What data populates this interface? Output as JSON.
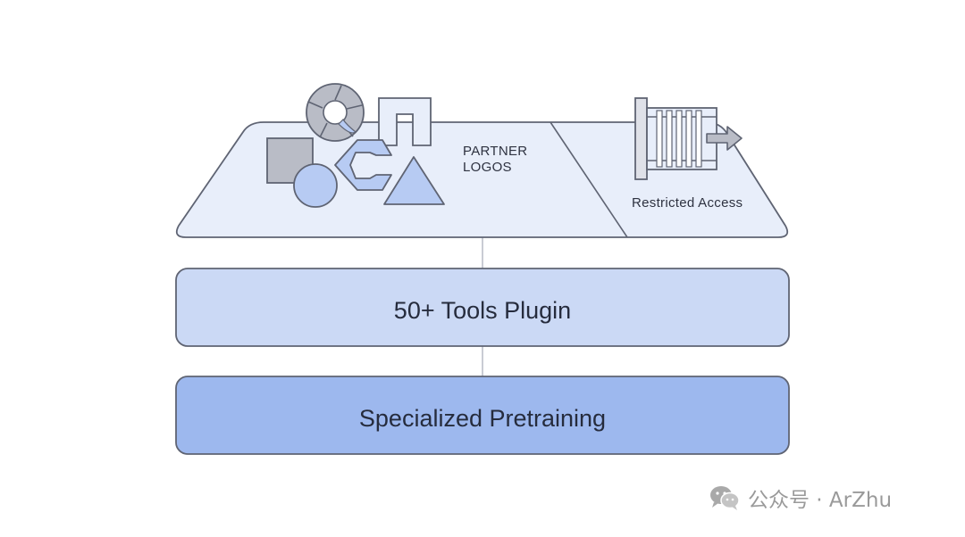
{
  "top_layer": {
    "partner_label_line1": "PARTNER",
    "partner_label_line2": "LOGOS",
    "restricted_label": "Restricted Access"
  },
  "layers": [
    {
      "label": "50+ Tools Plugin",
      "fill": "#cbd9f5"
    },
    {
      "label": "Specialized Pretraining",
      "fill": "#9db8ee"
    }
  ],
  "watermark": {
    "text": "公众号 · ArZhu",
    "icon": "wechat-icon"
  },
  "colors": {
    "panel_fill": "#e8eefa",
    "stroke": "#5f6473",
    "shape_gray": "#b9bcc6",
    "shape_blue": "#b7cbf3",
    "connector": "#c9ccd4"
  }
}
